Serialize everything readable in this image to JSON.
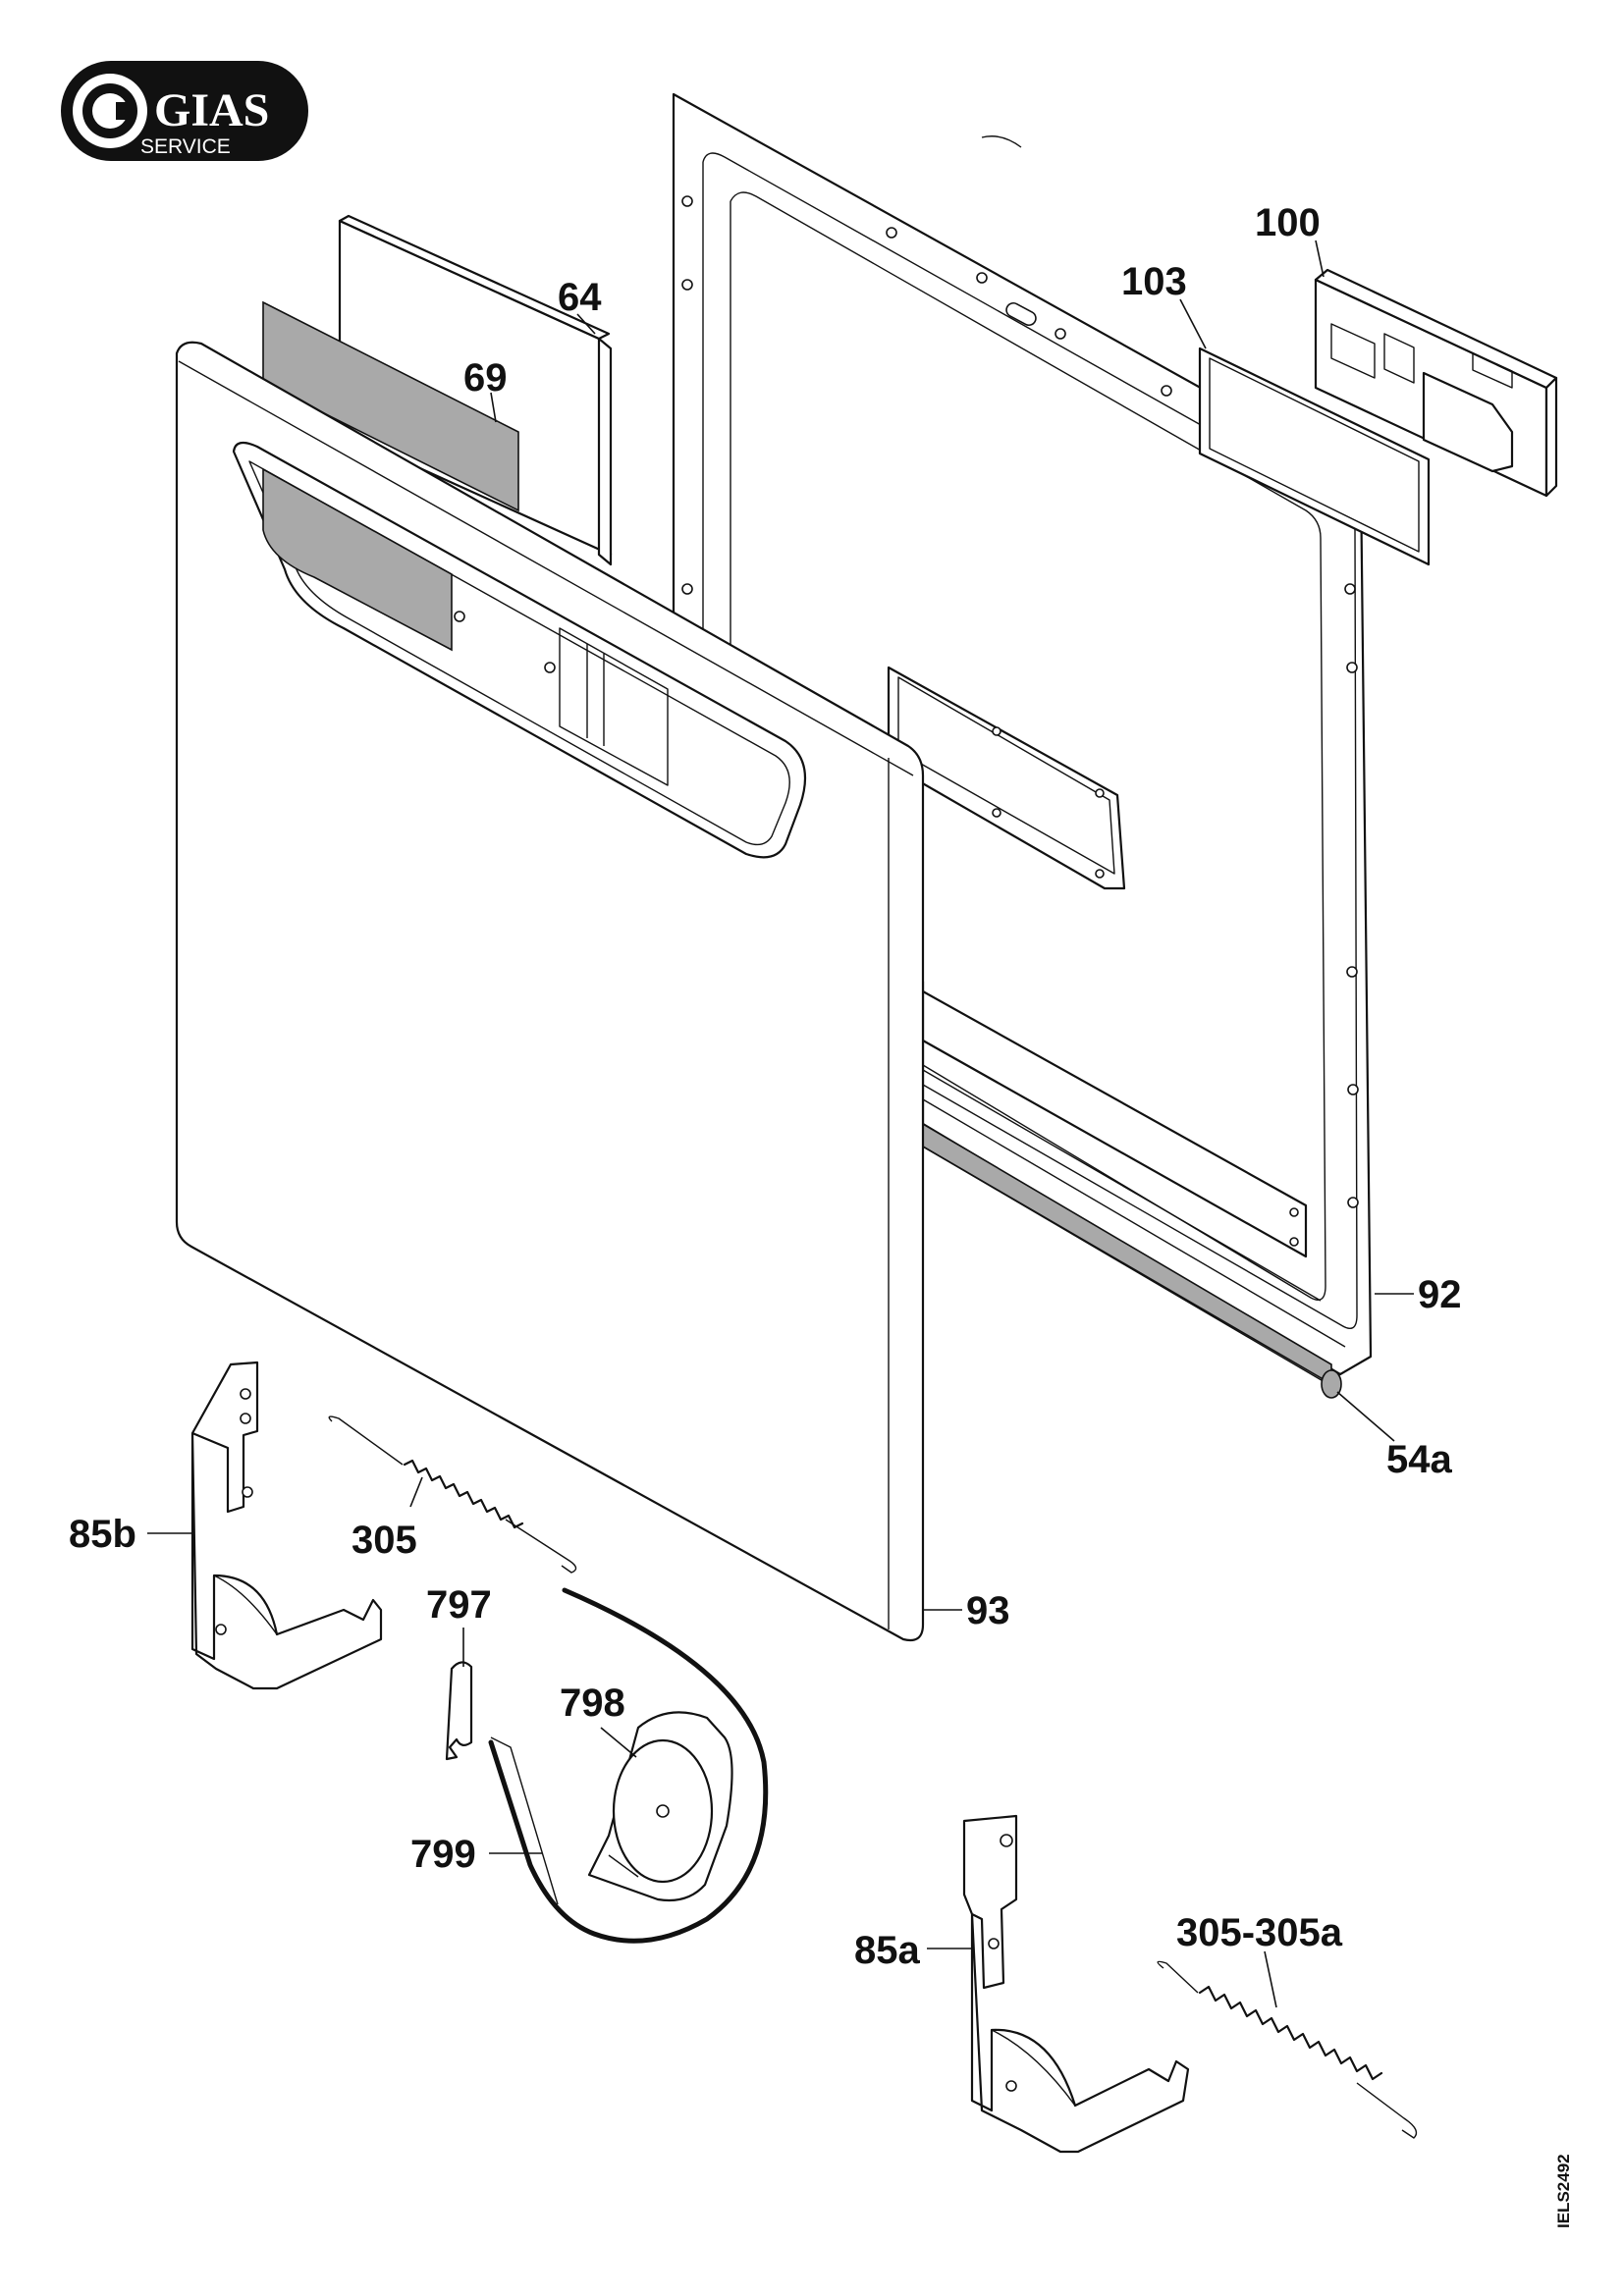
{
  "logo": {
    "brand": "GIAS",
    "subtitle": "SERVICE"
  },
  "drawing_code": "IELS2492",
  "colors": {
    "line": "#111111",
    "gray_fill": "#a9a9a9",
    "logo_dark": "#111111"
  },
  "callouts": {
    "c64": "64",
    "c69": "69",
    "c100": "100",
    "c103": "103",
    "c92": "92",
    "c54a": "54a",
    "c93": "93",
    "c85b": "85b",
    "c305": "305",
    "c797": "797",
    "c798": "798",
    "c799": "799",
    "c85a": "85a",
    "c305_305a": "305-305a"
  }
}
